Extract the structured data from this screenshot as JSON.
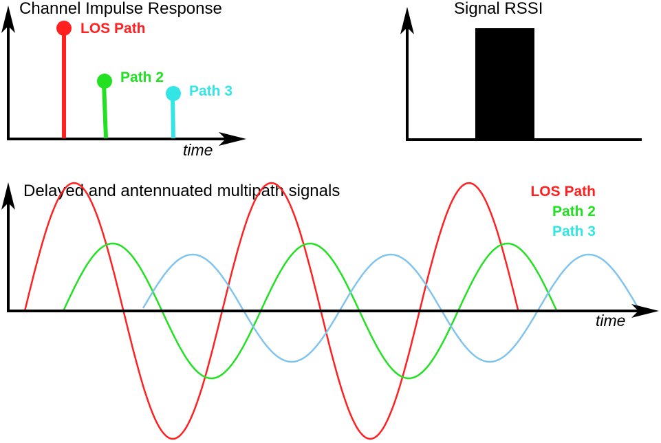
{
  "colors": {
    "los": "#ff2020",
    "path2": "#22e022",
    "path3": "#33e5e5",
    "path3_wave": "#80c4ee",
    "axis": "#000000"
  },
  "cir": {
    "title": "Channel Impulse Response",
    "time_label": "time",
    "paths": [
      {
        "label": "LOS Path",
        "color_key": "los"
      },
      {
        "label": "Path 2",
        "color_key": "path2"
      },
      {
        "label": "Path 3",
        "color_key": "path3"
      }
    ]
  },
  "rssi": {
    "title": "Signal RSSI"
  },
  "multipath": {
    "title": "Delayed and antennuated multipath signals",
    "time_label": "time",
    "legend": [
      {
        "label": "LOS Path",
        "color_key": "los"
      },
      {
        "label": "Path 2",
        "color_key": "path2"
      },
      {
        "label": "Path 3",
        "color_key": "path3"
      }
    ]
  }
}
